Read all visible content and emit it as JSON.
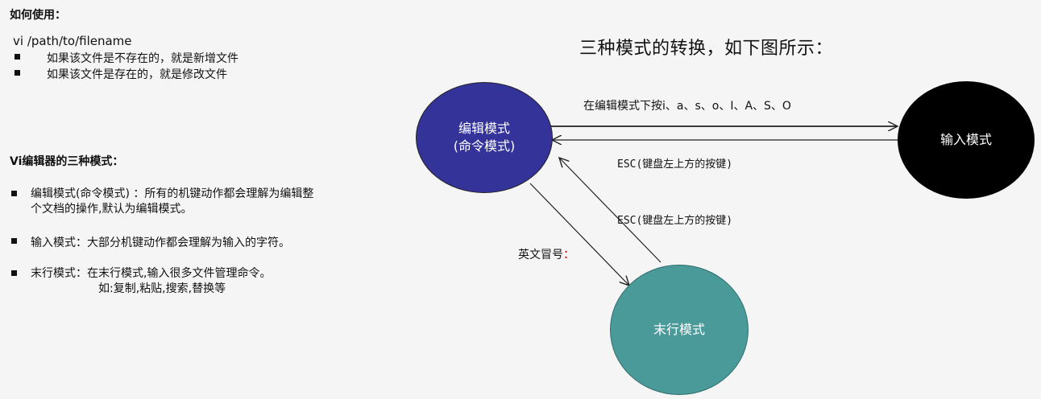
{
  "left": {
    "how_to_title": "如何使用：",
    "command": "vi /path/to/filename",
    "usage_items": [
      "如果该文件是不存在的，就是新增文件",
      "如果该文件是存在的，就是修改文件"
    ],
    "modes_title": "Vi编辑器的三种模式：",
    "modes": [
      {
        "line1": "编辑模式(命令模式) ：所有的机键动作都会理解为编辑整",
        "line2": "个文档的操作,默认为编辑模式。"
      },
      {
        "line1": "输入模式：大部分机键动作都会理解为输入的字符。",
        "line2": ""
      },
      {
        "line1": "末行模式：在末行模式,输入很多文件管理命令。",
        "line2": "如:复制,粘贴,搜索,替换等"
      }
    ]
  },
  "diagram": {
    "title": "三种模式的转换，如下图所示：",
    "nodes": {
      "edit": {
        "label_line1": "编辑模式",
        "label_line2": "(命令模式)",
        "color": "#33339a"
      },
      "input": {
        "label": "输入模式",
        "color": "#000000"
      },
      "last": {
        "label": "末行模式",
        "color": "#4a9a9a"
      }
    },
    "edges": {
      "edit_to_input_label": "在编辑模式下按i、a、s、o、I、A、S、O",
      "input_to_edit_label": "ESC(键盘左上方的按键)",
      "last_to_edit_label": "ESC(键盘左上方的按键)",
      "edit_to_last_label": "英文冒号",
      "edit_to_last_colon": "：",
      "colon_color": "#cc0000"
    }
  }
}
